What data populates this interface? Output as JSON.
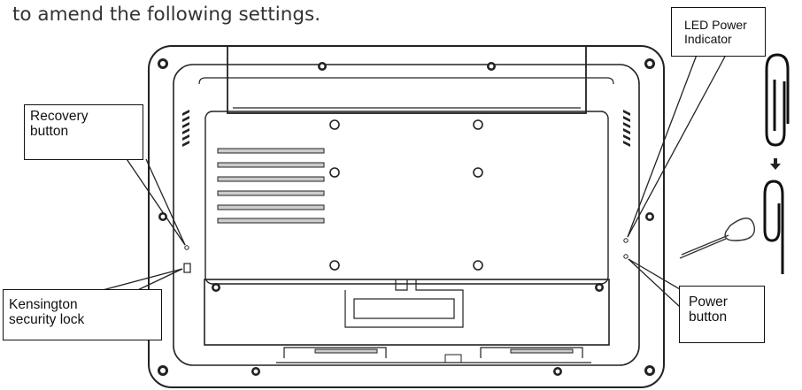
{
  "intro_text": "to amend the following settings.",
  "callouts": {
    "recovery_button": [
      "Recovery",
      "button"
    ],
    "kensington_lock": [
      "Kensington",
      "security lock"
    ],
    "led_power_indicator": [
      "LED Power",
      "Indicator"
    ],
    "power_button": [
      "Power",
      "button"
    ]
  },
  "colors": {
    "line": "#222222",
    "slot_fill": "#bbbbbb",
    "text": "#333333"
  },
  "icons": [
    "paperclip-icon",
    "sim-eject-pin-icon"
  ]
}
